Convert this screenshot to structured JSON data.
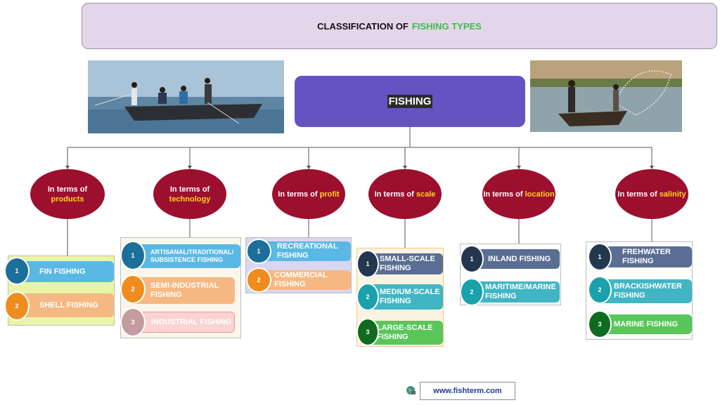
{
  "header": {
    "title_prefix": "CLASSIFICATION OF",
    "title_highlight": "FISHING  TYPES"
  },
  "root": {
    "label": "FISHING"
  },
  "categories": [
    {
      "line1": "In terms of",
      "highlight": "products",
      "items": [
        {
          "num": "1",
          "label": "FIN FISHING"
        },
        {
          "num": "2",
          "label": "SHELL FISHING"
        }
      ]
    },
    {
      "line1": "In terms of",
      "highlight": "technology",
      "items": [
        {
          "num": "1",
          "label": "ARTISANAL/TRADITIONAL/ SUBSISTENCE FISHING"
        },
        {
          "num": "2",
          "label": "SEMI-INDUSTRIAL FISHING"
        },
        {
          "num": "3",
          "label": "INDUSTRIAL FISHING"
        }
      ]
    },
    {
      "line1": "In terms of",
      "highlight": "profit",
      "items": [
        {
          "num": "1",
          "label": "RECREATIONAL FISHING"
        },
        {
          "num": "2",
          "label": "COMMERCIAL FISHING"
        }
      ]
    },
    {
      "line1": "In terms of",
      "highlight": "scale",
      "items": [
        {
          "num": "1",
          "label": "SMALL-SCALE FISHING"
        },
        {
          "num": "2",
          "label": "MEDIUM-SCALE FISHING"
        },
        {
          "num": "3",
          "label": "LARGE-SCALE FISHING"
        }
      ]
    },
    {
      "line1": "In terms of",
      "highlight": "location",
      "items": [
        {
          "num": "1",
          "label": "INLAND FISHING"
        },
        {
          "num": "2",
          "label": "MARITIME/MARINE FISHING"
        }
      ]
    },
    {
      "line1": "In terms of",
      "highlight": "salinity",
      "items": [
        {
          "num": "1",
          "label": "FREHWATER FISHING"
        },
        {
          "num": "2",
          "label": "BRACKISHWATER FISHING"
        },
        {
          "num": "3",
          "label": "MARINE FISHING"
        }
      ]
    }
  ],
  "footer": {
    "url": "www.fishterm.com"
  },
  "colors": {
    "oval": "#9c0f2e",
    "root": "#6653c2",
    "title_bg": "#e4d6ea",
    "highlight": "#ffd21e"
  }
}
